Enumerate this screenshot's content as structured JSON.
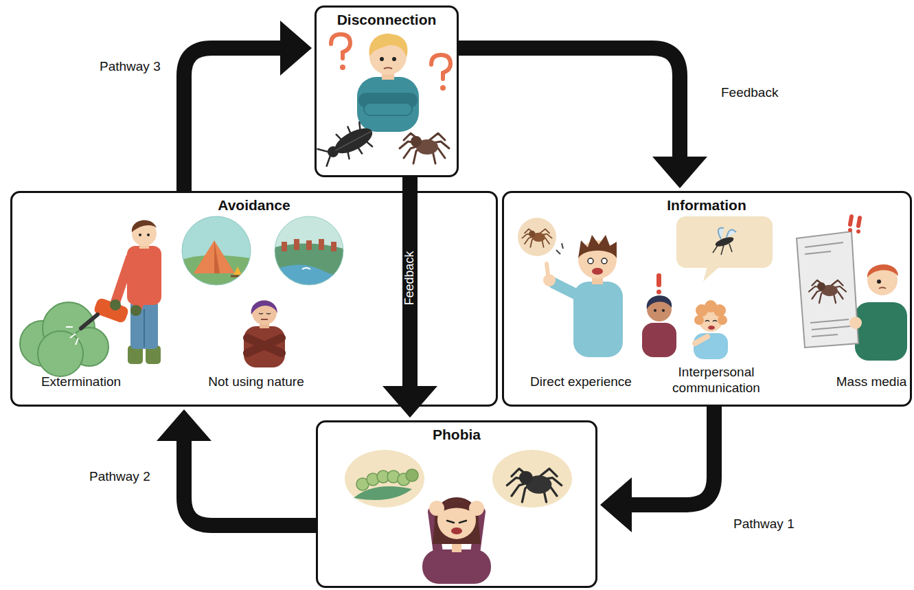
{
  "diagram": {
    "nodes": [
      {
        "text": [
          "Disconnection"
        ]
      },
      {
        "text": [
          "Avoidance",
          "Extermination",
          "Not using nature"
        ]
      },
      {
        "text": [
          "Information",
          "Direct experience",
          "Interpersonal communication",
          "Mass media"
        ]
      },
      {
        "text": [
          "Phobia"
        ]
      }
    ],
    "edges": [
      {
        "from": 1,
        "to": 0,
        "label": "Pathway 3",
        "arrow": "to"
      },
      {
        "from": 0,
        "to": 2,
        "label": "Feedback",
        "arrow": "to"
      },
      {
        "from": 0,
        "to": 3,
        "label": "Feedback",
        "arrow": "to"
      },
      {
        "from": 2,
        "to": 3,
        "label": "Pathway 1",
        "arrow": "to"
      },
      {
        "from": 3,
        "to": 1,
        "label": "Pathway 2",
        "arrow": "to"
      }
    ]
  }
}
